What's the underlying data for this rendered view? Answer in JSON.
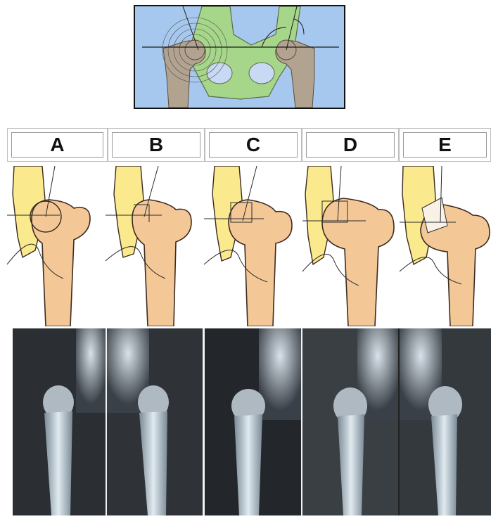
{
  "grades": [
    "A",
    "B",
    "C",
    "D",
    "E"
  ],
  "colors": {
    "bone": "#f4c896",
    "pelvis_green": "#a6d68a",
    "pelvis_yellow": "#fbe98e",
    "diagram_bg": "#a7c8ee",
    "outline": "#3b2b22"
  }
}
